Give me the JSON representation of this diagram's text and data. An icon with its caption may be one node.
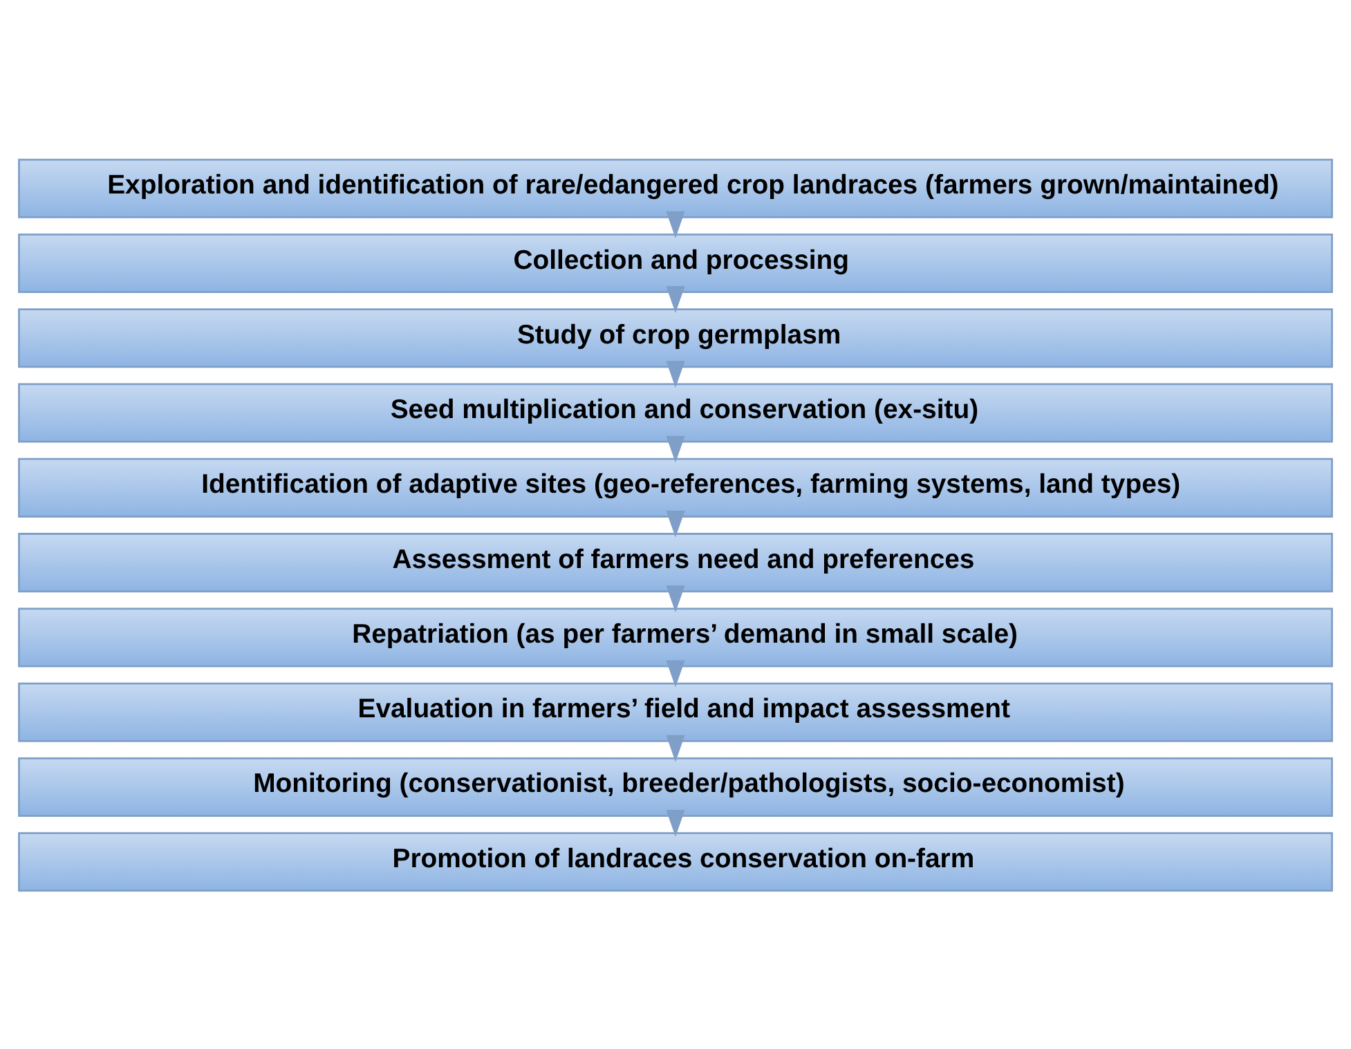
{
  "diagram": {
    "nodes": [
      {
        "text": [
          "Exploration and identification of rare/edangered crop landraces (farmers grown/maintained)"
        ]
      },
      {
        "text": [
          "Collection and processing"
        ]
      },
      {
        "text": [
          "Study of crop germplasm"
        ]
      },
      {
        "text": [
          "Seed multiplication and conservation (ex-situ)"
        ]
      },
      {
        "text": [
          "Identification of adaptive sites (geo-references, farming systems, land types)"
        ]
      },
      {
        "text": [
          "Assessment of farmers need and preferences"
        ]
      },
      {
        "text": [
          "Repatriation (as per farmers’ demand in small scale)"
        ]
      },
      {
        "text": [
          "Evaluation in farmers’ field and impact assessment"
        ]
      },
      {
        "text": [
          "Monitoring (conservationist, breeder/pathologists, socio-economist)"
        ]
      },
      {
        "text": [
          "Promotion of landraces conservation on-farm"
        ]
      }
    ],
    "edges": [
      {
        "from": 0,
        "to": 1,
        "arrow": "to"
      },
      {
        "from": 1,
        "to": 2,
        "arrow": "to"
      },
      {
        "from": 2,
        "to": 3,
        "arrow": "to"
      },
      {
        "from": 3,
        "to": 4,
        "arrow": "to"
      },
      {
        "from": 4,
        "to": 5,
        "arrow": "to"
      },
      {
        "from": 5,
        "to": 6,
        "arrow": "to"
      },
      {
        "from": 6,
        "to": 7,
        "arrow": "to"
      },
      {
        "from": 7,
        "to": 8,
        "arrow": "to"
      },
      {
        "from": 8,
        "to": 9,
        "arrow": "to"
      }
    ]
  }
}
